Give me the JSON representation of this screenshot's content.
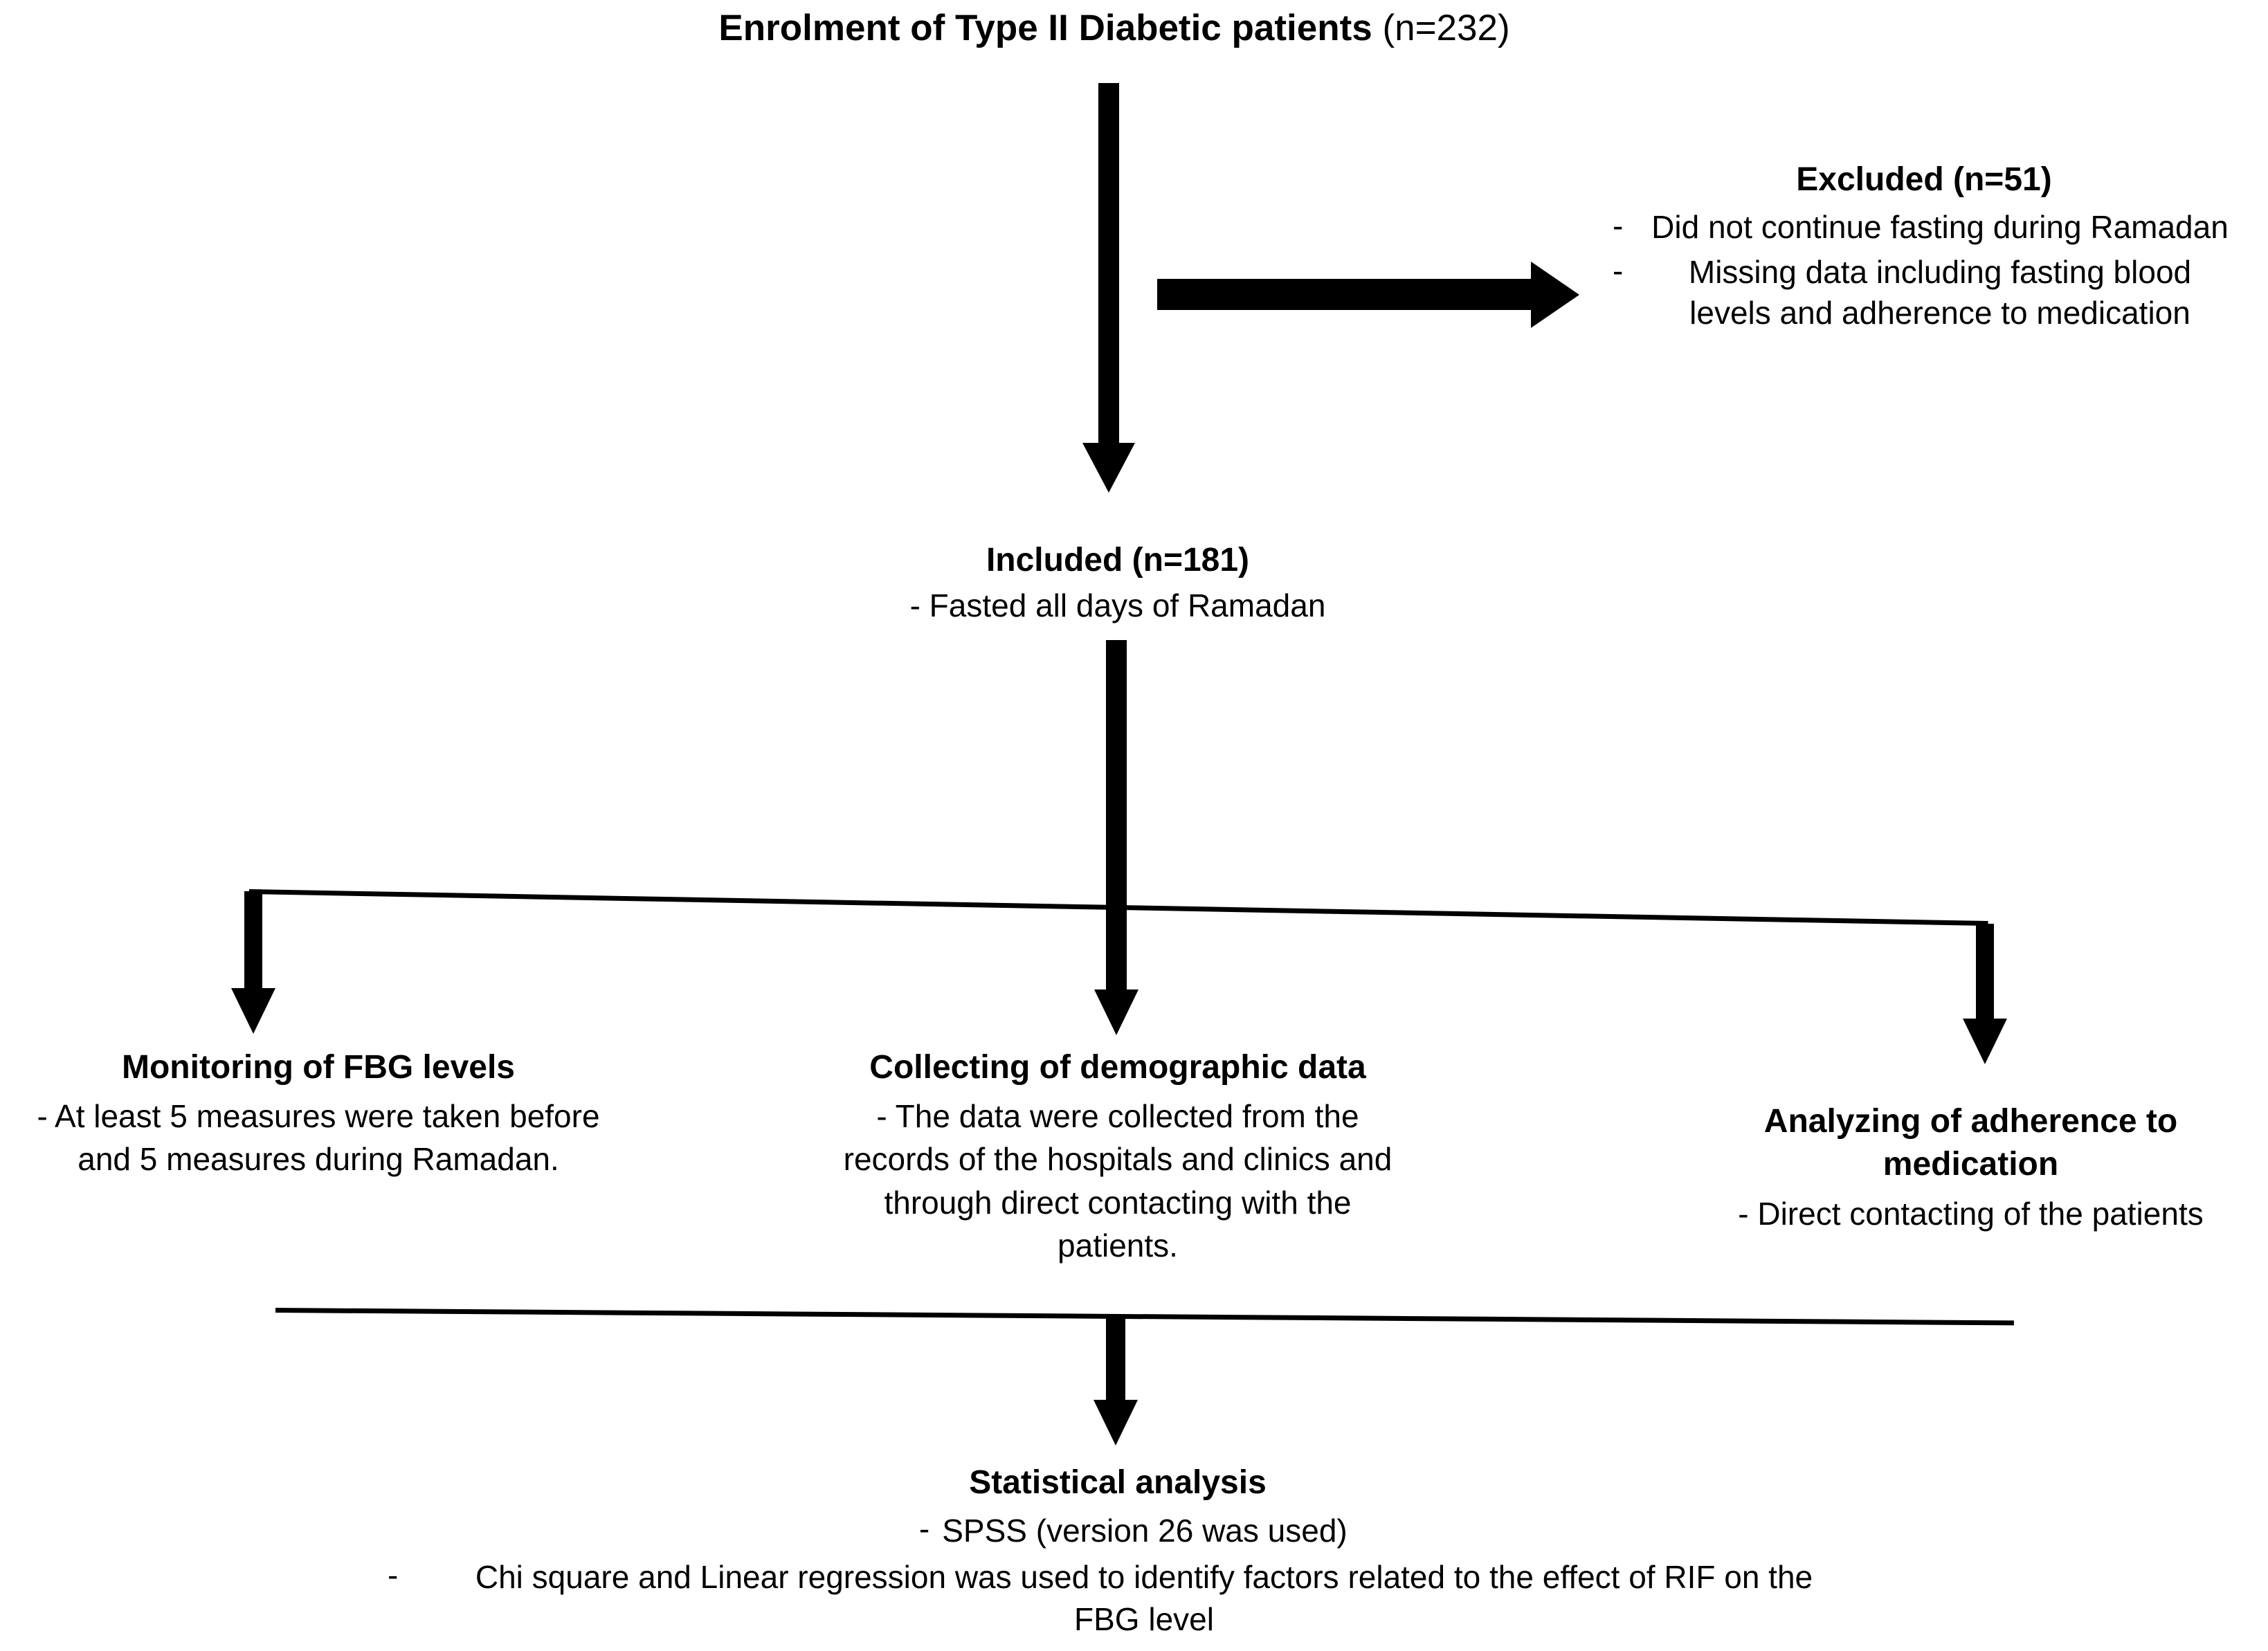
{
  "diagram": {
    "title_bold": "Enrolment of Type II Diabetic patients",
    "title_plain": " (n=232)",
    "excluded": {
      "heading": "Excluded (n=51)",
      "bullet_marker": "-",
      "items": [
        "Did not continue  fasting during Ramadan",
        "Missing data including fasting blood levels and adherence to medication"
      ]
    },
    "included": {
      "heading": "Included (n=181)",
      "subtitle": "- Fasted all days  of Ramadan"
    },
    "branches": [
      {
        "heading": "Monitoring of FBG levels",
        "body": "- At least 5 measures were taken before and 5 measures during Ramadan."
      },
      {
        "heading": "Collecting of demographic data",
        "body": "- The data were collected from the records of the hospitals and clinics and through  direct contacting with the patients."
      },
      {
        "heading": "Analyzing of adherence to medication",
        "body": "- Direct contacting of the patients"
      }
    ],
    "statistical_analysis": {
      "heading": "Statistical  analysis",
      "bullet_marker": "-",
      "items": [
        "SPSS (version 26 was used)",
        "Chi square and Linear regression was used to identify factors related to the effect of RIF  on the FBG level"
      ]
    },
    "colors": {
      "ink": "#000000",
      "background": "#ffffff"
    }
  }
}
